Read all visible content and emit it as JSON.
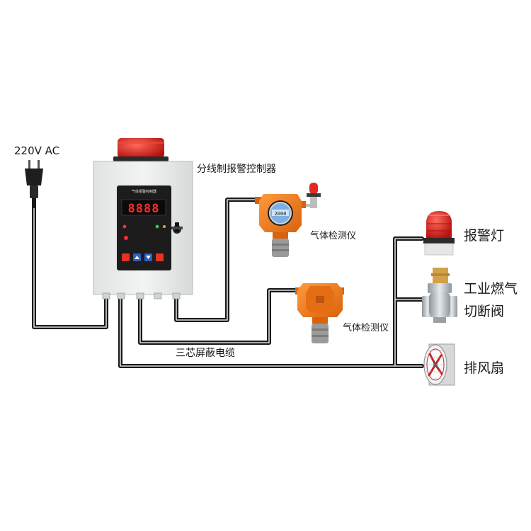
{
  "labels": {
    "power": "220V AC",
    "controller": "分线制报警控制器",
    "panel_title": "气体报警控制器",
    "display_value": "8888",
    "detector1": "气体检测仪",
    "detector2": "气体检测仪",
    "cable": "三芯屏蔽电缆",
    "alarm_light": "报警灯",
    "valve_line1": "工业燃气",
    "valve_line2": "切断阀",
    "fan": "排风扇"
  },
  "colors": {
    "wire": "#1a1a1a",
    "wire_highlight": "#d9d9d9",
    "controller_body": "#e9ecea",
    "panel": "#1c1c1c",
    "digit": "#ff2a2a",
    "beacon": "#d41e1e",
    "detector_orange": "#f07a1a",
    "valve_metal": "#b8bcc0",
    "fan_red": "#c0272d"
  },
  "icons": [
    "power-plug-icon",
    "beacon-icon",
    "gas-detector-icon",
    "alarm-light-icon",
    "valve-icon",
    "fan-icon"
  ]
}
